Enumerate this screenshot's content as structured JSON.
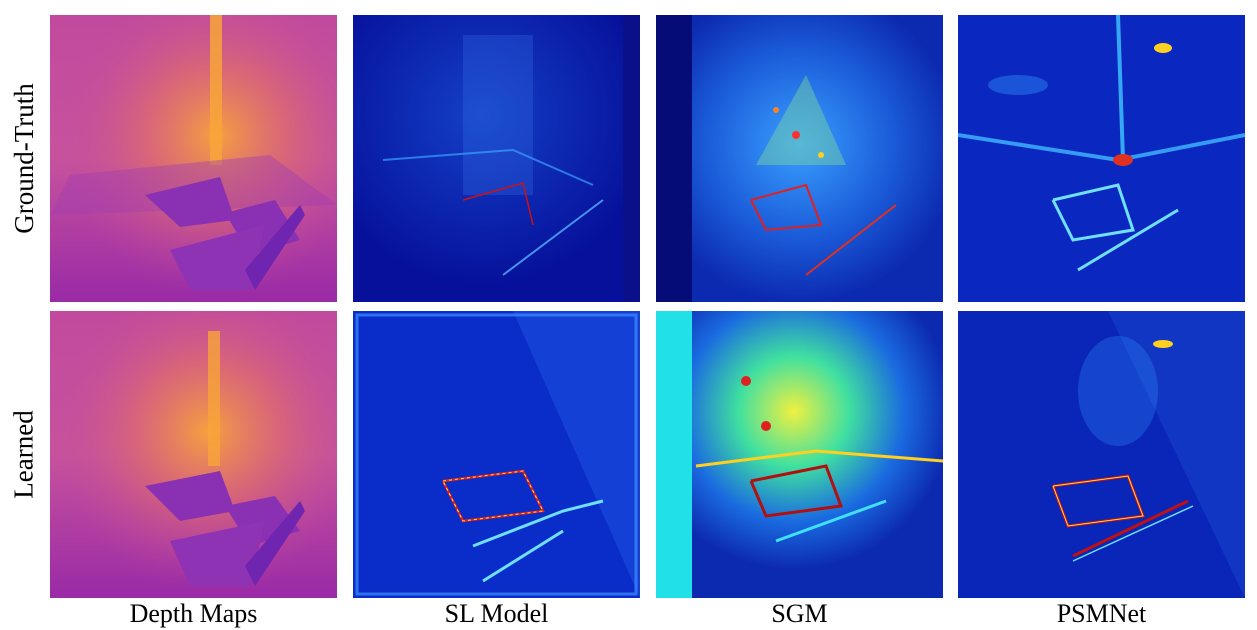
{
  "figure": {
    "row_labels": [
      "Ground-Truth",
      "Learned"
    ],
    "column_labels": [
      "Depth Maps",
      "SL Model",
      "SGM",
      "PSMNet"
    ]
  }
}
